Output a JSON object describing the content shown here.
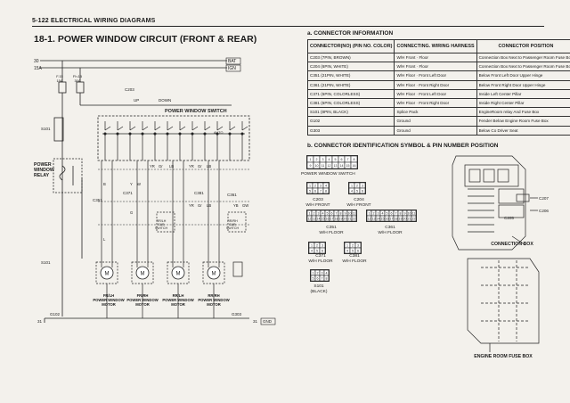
{
  "header": {
    "page_ref": "5-122 ELECTRICAL WIRING DIAGRAMS"
  },
  "title": "18-1. POWER WINDOW CIRCUIT (FRONT & REAR)",
  "section_a": {
    "title": "a. CONNECTOR INFORMATION",
    "columns": [
      "CONNECTOR(NO) (PIN NO. COLOR)",
      "CONNECTING. WIRING HARNESS",
      "CONNECTOR POSITION"
    ],
    "rows": [
      [
        "C203 (7PIN, BROWN)",
        "W/H Front · Floor",
        "Connection Box Next to Passenger Room Fuse Box"
      ],
      [
        "C204 (6PIN, WHITE)",
        "W/H Front · Floor",
        "Connection Box Next to Passenger Room Fuse Box"
      ],
      [
        "C351 (21PIN, WHITE)",
        "W/H Floor · Front Left Door",
        "Below Front Left Door Upper Hinge"
      ],
      [
        "C361 (21PIN, WHITE)",
        "W/H Floor · Front Right Door",
        "Below Front Right Door Upper Hinge"
      ],
      [
        "C371 (6PIN, COLORLESS)",
        "W/H Floor · Front Left Door",
        "Inside Left Center Pillar"
      ],
      [
        "C381 (6PIN, COLORLESS)",
        "W/H Floor · Front Right Door",
        "Inside Right Center Pillar"
      ],
      [
        "S101 (8PIN, BLACK)",
        "Splice Pack",
        "EngineRoom relay And Fuse Box"
      ],
      [
        "G102",
        "Ground",
        "Fender Below Engine Room Fuse Box"
      ],
      [
        "G303",
        "Ground",
        "Below Co Driver Seat"
      ]
    ]
  },
  "section_b": {
    "title": "b. CONNECTOR IDENTIFICATION SYMBOL & PIN NUMBER POSITION",
    "pw_switch": "POWER WINDOW SWITCH",
    "c203": "C203",
    "c203_sub": "W/H FRONT",
    "c204": "C204",
    "c204_sub": "W/H FRONT",
    "c351": "C351",
    "c351_sub": "W/H FLOOR",
    "c361": "C361",
    "c361_sub": "W/H FLOOR",
    "c371": "C371",
    "c371_sub": "W/H FLOOR",
    "c381": "C381",
    "c381_sub": "W/H FLOOR",
    "s101": "S101",
    "s101_sub": "(BLACK)",
    "connection_box": "CONNECTION BOX",
    "engine_fuse_box": "ENGINE ROOM FUSE BOX",
    "box_c207": "C207",
    "box_c206": "C206",
    "box_c205": "C205"
  },
  "diagram": {
    "bat_30": "30",
    "bat_15a": "15A",
    "bat_tag": "BAT",
    "ign_tag": "IGN",
    "fuse_left": "F.15\n15A",
    "fuse_right": "Fh.15\n30A",
    "pw_switch_label": "POWER WINDOW SWITCH",
    "up": "UP",
    "down": "DOWN",
    "relay_label": "POWER\nWINDOW\nRELAY",
    "s101": "S101",
    "c203": "C203",
    "c204": "C204",
    "c351": "C351",
    "c361": "C361",
    "c371": "C371",
    "c381": "C381",
    "g102": "G102",
    "g303": "G303",
    "ground_31_left": "31",
    "ground_31_right": "31",
    "gnd_tag": "GND",
    "motors": [
      "FR/LH\nPOWER WINDOW\nMOTOR",
      "FR/RH\nPOWER WINDOW\nMOTOR",
      "RR/LH\nPOWER WINDOW\nMOTOR",
      "RR/RH\nPOWER WINDOW\nMOTOR"
    ],
    "motor_symbol": "M",
    "subswitch_left": "RR/LH\nSUB\nSWITCH",
    "subswitch_right": "RR/RH\nSUB\nSWITCH",
    "auto_label": "AUTO",
    "wire_colors": [
      "B",
      "L",
      "Y",
      "G",
      "W",
      "YR",
      "Gr",
      "LB",
      "YR",
      "Gr",
      "LB",
      "YR",
      "Gr",
      "LB",
      "YB",
      "GW"
    ]
  }
}
